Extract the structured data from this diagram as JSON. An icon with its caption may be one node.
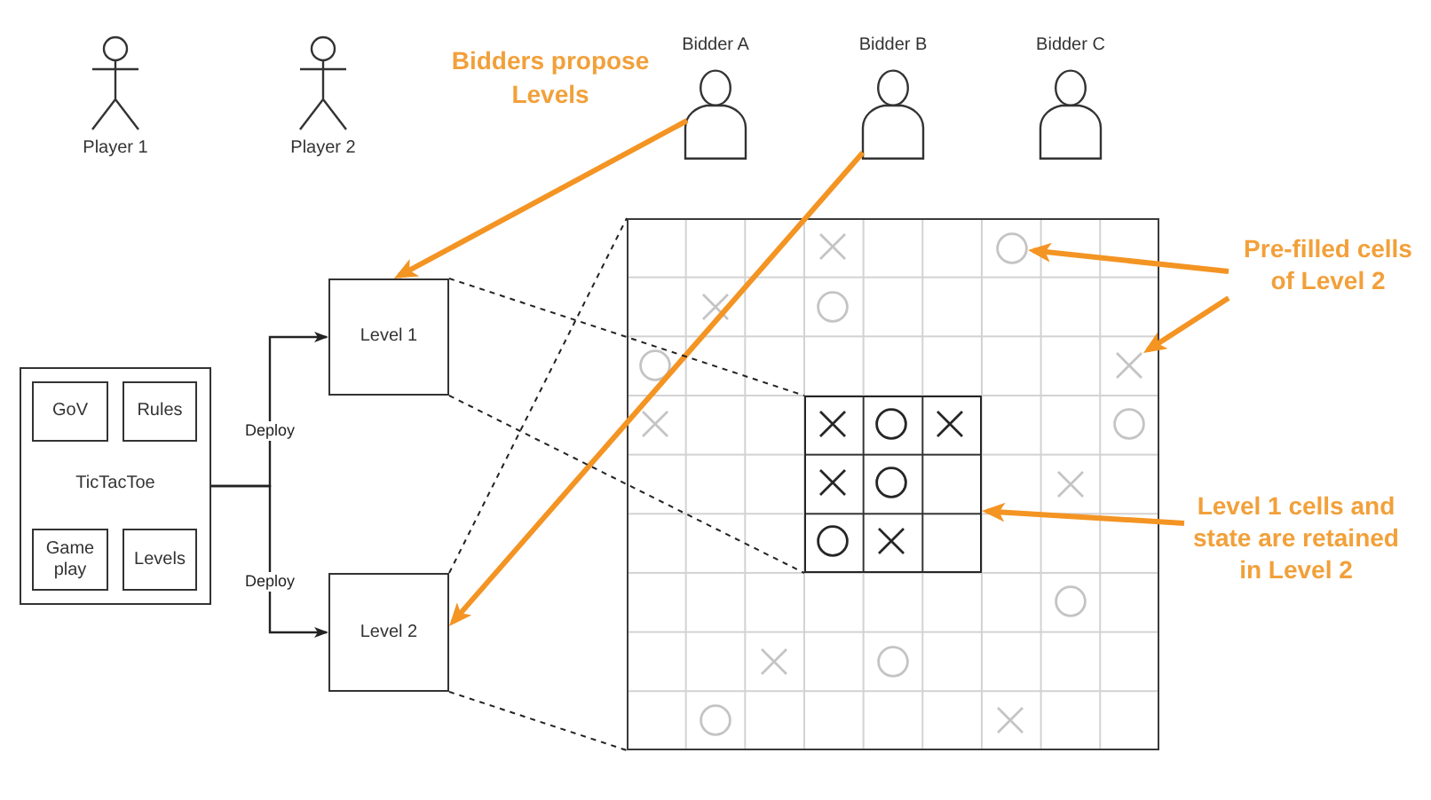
{
  "diagram": {
    "nodes": [
      {
        "text": [
          "Player 1"
        ]
      },
      {
        "text": [
          "Player 2"
        ]
      },
      {
        "text": [
          "Bidder A"
        ]
      },
      {
        "text": [
          "Bidder B"
        ]
      },
      {
        "text": [
          "Bidder C"
        ]
      },
      {
        "text": [
          "TicTacToe"
        ]
      },
      {
        "text": [
          "GoV"
        ],
        "in": 5
      },
      {
        "text": [
          "Rules"
        ],
        "in": 5
      },
      {
        "text": [
          "Game play"
        ],
        "in": 5
      },
      {
        "text": [
          "Levels"
        ],
        "in": 5
      },
      {
        "text": [
          "Level 1"
        ]
      },
      {
        "text": [
          "Level 2"
        ]
      },
      {
        "text": [],
        "shape": "grid"
      },
      {
        "text": [],
        "shape": "grid",
        "in": 12
      },
      {
        "text": [],
        "shape": "circle",
        "in": 12
      },
      {
        "text": [],
        "shape": "cross",
        "in": 12
      },
      {
        "text": [
          "Pre-filled cells of Level 2"
        ]
      },
      {
        "text": [
          "Level 1 cells and state are retained in Level 2"
        ]
      }
    ],
    "edges": [
      {
        "from": 5,
        "to": 10,
        "arrow": "to",
        "label": "Deploy"
      },
      {
        "from": 5,
        "to": 11,
        "arrow": "to",
        "label": "Deploy"
      },
      {
        "from": 2,
        "to": 10,
        "arrow": "to",
        "style": "thick",
        "color": "#f39423"
      },
      {
        "from": 3,
        "to": 11,
        "arrow": "to",
        "style": "thick",
        "color": "#f39423"
      },
      {
        "from": 10,
        "to": 13,
        "arrow": "none",
        "style": "dashed"
      },
      {
        "from": 10,
        "to": 13,
        "arrow": "none",
        "style": "dashed"
      },
      {
        "from": 11,
        "to": 12,
        "arrow": "none",
        "style": "dashed"
      },
      {
        "from": 11,
        "to": 12,
        "arrow": "none",
        "style": "dashed"
      },
      {
        "from": 16,
        "to": 14,
        "arrow": "to",
        "style": "thick",
        "color": "#f39423"
      },
      {
        "from": 16,
        "to": 15,
        "arrow": "to",
        "style": "thick",
        "color": "#f39423"
      },
      {
        "from": 17,
        "to": 13,
        "arrow": "to",
        "style": "thick",
        "color": "#f39423"
      }
    ],
    "labels": [
      "Bidders propose Levels"
    ]
  }
}
